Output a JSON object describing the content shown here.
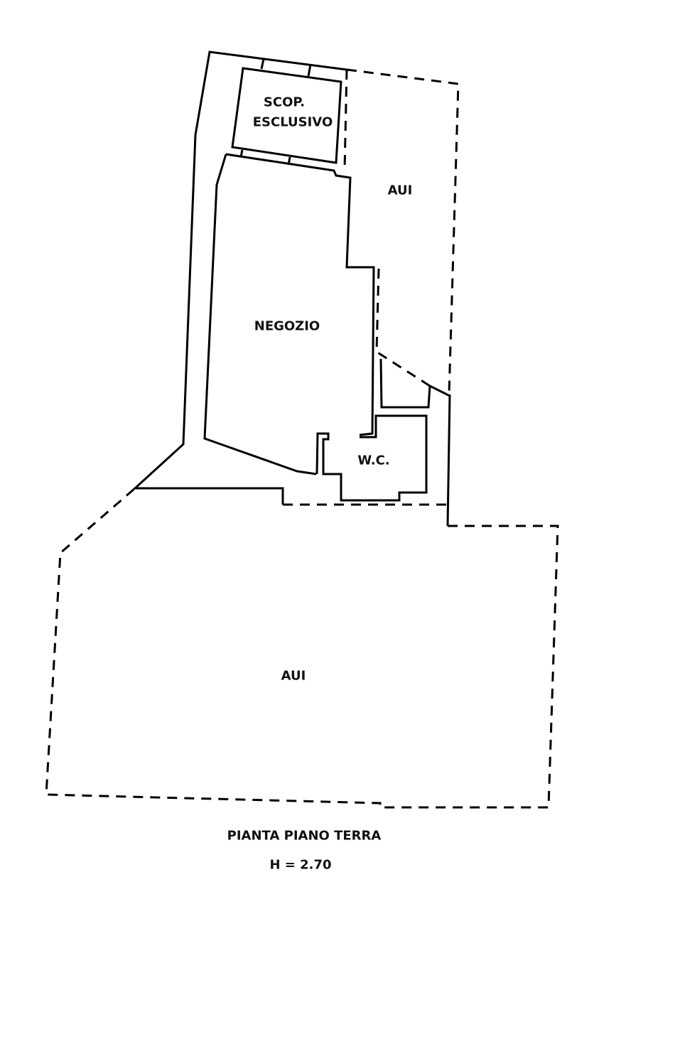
{
  "plan": {
    "rooms": {
      "scop_line1": "SCOP.",
      "scop_line2": "ESCLUSIVO",
      "aui_top": "AUI",
      "negozio": "NEGOZIO",
      "wc": "W.C.",
      "aui_bottom": "AUI"
    },
    "title": "PIANTA PIANO TERRA",
    "height_note": "H = 2.70"
  }
}
